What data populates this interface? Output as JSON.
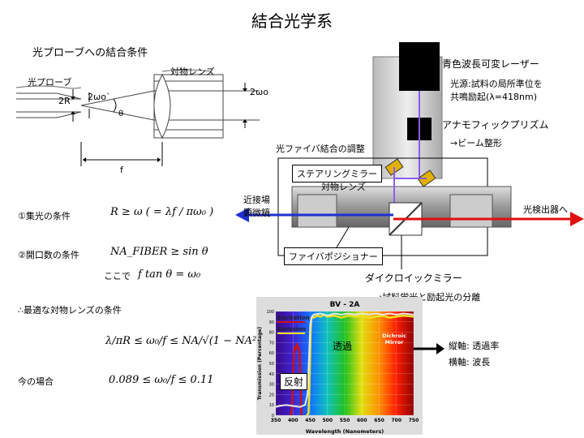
{
  "title": "結合光学系",
  "coupling": {
    "heading": "光プローブへの結合条件",
    "probe_label": "光プローブ",
    "lens_label": "対物レンズ",
    "r_label": "2R",
    "w0p_label": "2ωo`",
    "theta_label": "θ",
    "w0_label": "2ωo",
    "f_label": "f"
  },
  "conditions": {
    "cond1_label": "①集光の条件",
    "cond1_formula": "R ≥ ω ( = λf / πω₀ )",
    "cond2_label": "②開口数の条件",
    "cond2_formula": "NA_FIBER ≥ sin θ",
    "koko_label": "ここで",
    "cond2_sub_formula": "f tan θ = ω₀",
    "optimal_label": "∴最適な対物レンズの条件",
    "optimal_formula": "λ/πR ≤ ω₀/f ≤ NA/√(1 − NA²)",
    "now_label": "今の場合",
    "now_formula": "0.089 ≤ ω₀/f ≤ 0.11"
  },
  "apparatus": {
    "laser_label": "青色波長可変レーザー",
    "source_label": "光源:試料の局所準位を\n共鳴励起(λ=418nm)",
    "prism_label": "アナモフィックプリズム",
    "beam_label": "→ビーム整形",
    "fiber_adjust_label": "光ファイバ結合の調整",
    "steering_label": "ステアリングミラー",
    "objective_label": "対物レンズ",
    "near_field_label": "近接場\n顕微鏡",
    "detector_label": "光検出器へ",
    "positioner_label": "ファイバポジショナー",
    "dichroic_label": "ダイクロイックミラー",
    "separation_label": "→試料蛍光と励起光の分離"
  },
  "spectrum": {
    "chart_title": "BV - 2A",
    "excitation_label": "Excitation",
    "emission_label": "Emission",
    "dichroic_label": "Dichroic\nMirror",
    "transmission_label": "透過",
    "reflection_label": "反射",
    "ylabel": "Transmission (Percentage)",
    "xlabel": "Wavelength (Nanometers)",
    "note_vertical": "縦軸:   透過率",
    "note_horizontal": "横軸:   波長"
  },
  "chart_data": {
    "type": "line",
    "title": "BV - 2A",
    "xlabel": "Wavelength (Nanometers)",
    "ylabel": "Transmission (Percentage)",
    "xlim": [
      350,
      750
    ],
    "ylim": [
      0,
      100
    ],
    "x_ticks": [
      350,
      400,
      450,
      500,
      550,
      600,
      650,
      700,
      750
    ],
    "y_ticks": [
      0,
      10,
      20,
      30,
      40,
      50,
      60,
      70,
      80,
      90,
      100
    ],
    "series": [
      {
        "name": "Excitation",
        "color": "#d01010",
        "x": [
          393,
          397,
          400,
          403,
          405,
          408,
          411,
          414,
          416,
          419,
          421,
          423,
          425
        ],
        "y": [
          0,
          5,
          40,
          62,
          65,
          64,
          68,
          66,
          64,
          62,
          40,
          10,
          0
        ]
      },
      {
        "name": "Emission",
        "color": "#f0e020",
        "x": [
          440,
          445,
          448,
          451,
          453,
          456,
          460,
          470,
          480,
          490,
          500,
          520,
          540,
          560,
          580,
          600,
          620,
          640,
          660,
          680,
          700,
          720,
          750
        ],
        "y": [
          0,
          2,
          30,
          80,
          92,
          95,
          94,
          96,
          95,
          97,
          95,
          96,
          94,
          96,
          95,
          96,
          94,
          95,
          96,
          94,
          95,
          96,
          95
        ]
      },
      {
        "name": "Dichroic Mirror",
        "color": "#e8e8e8",
        "x": [
          350,
          360,
          380,
          400,
          420,
          435,
          442,
          447,
          450,
          455,
          460,
          480,
          500,
          520,
          540,
          560,
          580,
          600,
          620,
          640,
          660,
          680,
          700,
          720,
          750
        ],
        "y": [
          8,
          9,
          10,
          9,
          8,
          10,
          20,
          60,
          88,
          95,
          97,
          98,
          96,
          98,
          97,
          98,
          97,
          98,
          97,
          98,
          97,
          98,
          97,
          98,
          97
        ]
      }
    ]
  }
}
